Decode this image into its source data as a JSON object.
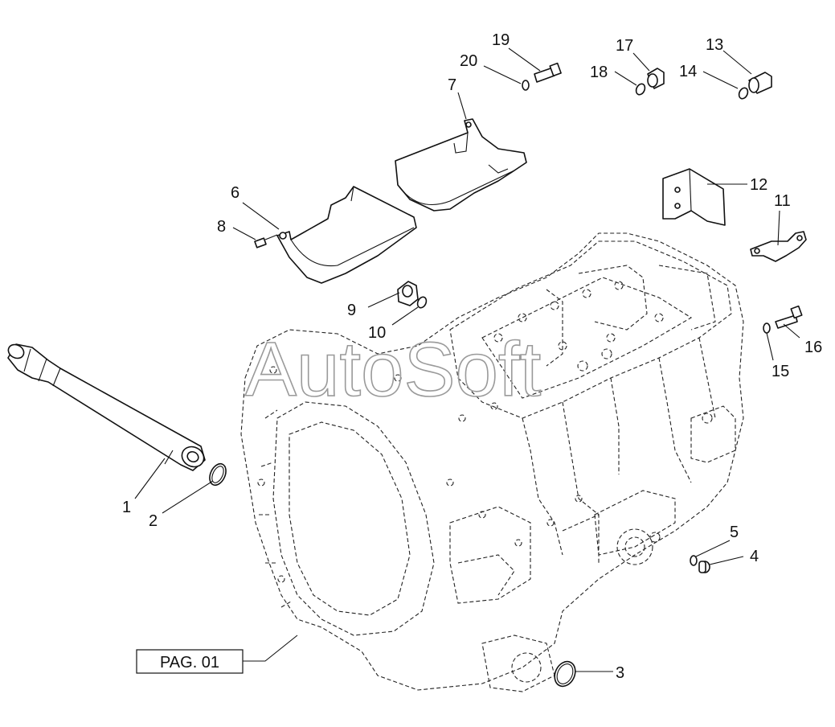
{
  "watermark": "AutoSoft",
  "reference_box": {
    "label": "PAG. 01"
  },
  "callouts": [
    {
      "id": "c1",
      "label": "1"
    },
    {
      "id": "c2",
      "label": "2"
    },
    {
      "id": "c3",
      "label": "3"
    },
    {
      "id": "c4",
      "label": "4"
    },
    {
      "id": "c5",
      "label": "5"
    },
    {
      "id": "c6",
      "label": "6"
    },
    {
      "id": "c7",
      "label": "7"
    },
    {
      "id": "c8",
      "label": "8"
    },
    {
      "id": "c9",
      "label": "9"
    },
    {
      "id": "c10",
      "label": "10"
    },
    {
      "id": "c11",
      "label": "11"
    },
    {
      "id": "c12",
      "label": "12"
    },
    {
      "id": "c13",
      "label": "13"
    },
    {
      "id": "c14",
      "label": "14"
    },
    {
      "id": "c15",
      "label": "15"
    },
    {
      "id": "c16",
      "label": "16"
    },
    {
      "id": "c17",
      "label": "17"
    },
    {
      "id": "c18",
      "label": "18"
    },
    {
      "id": "c19",
      "label": "19"
    },
    {
      "id": "c20",
      "label": "20"
    }
  ]
}
